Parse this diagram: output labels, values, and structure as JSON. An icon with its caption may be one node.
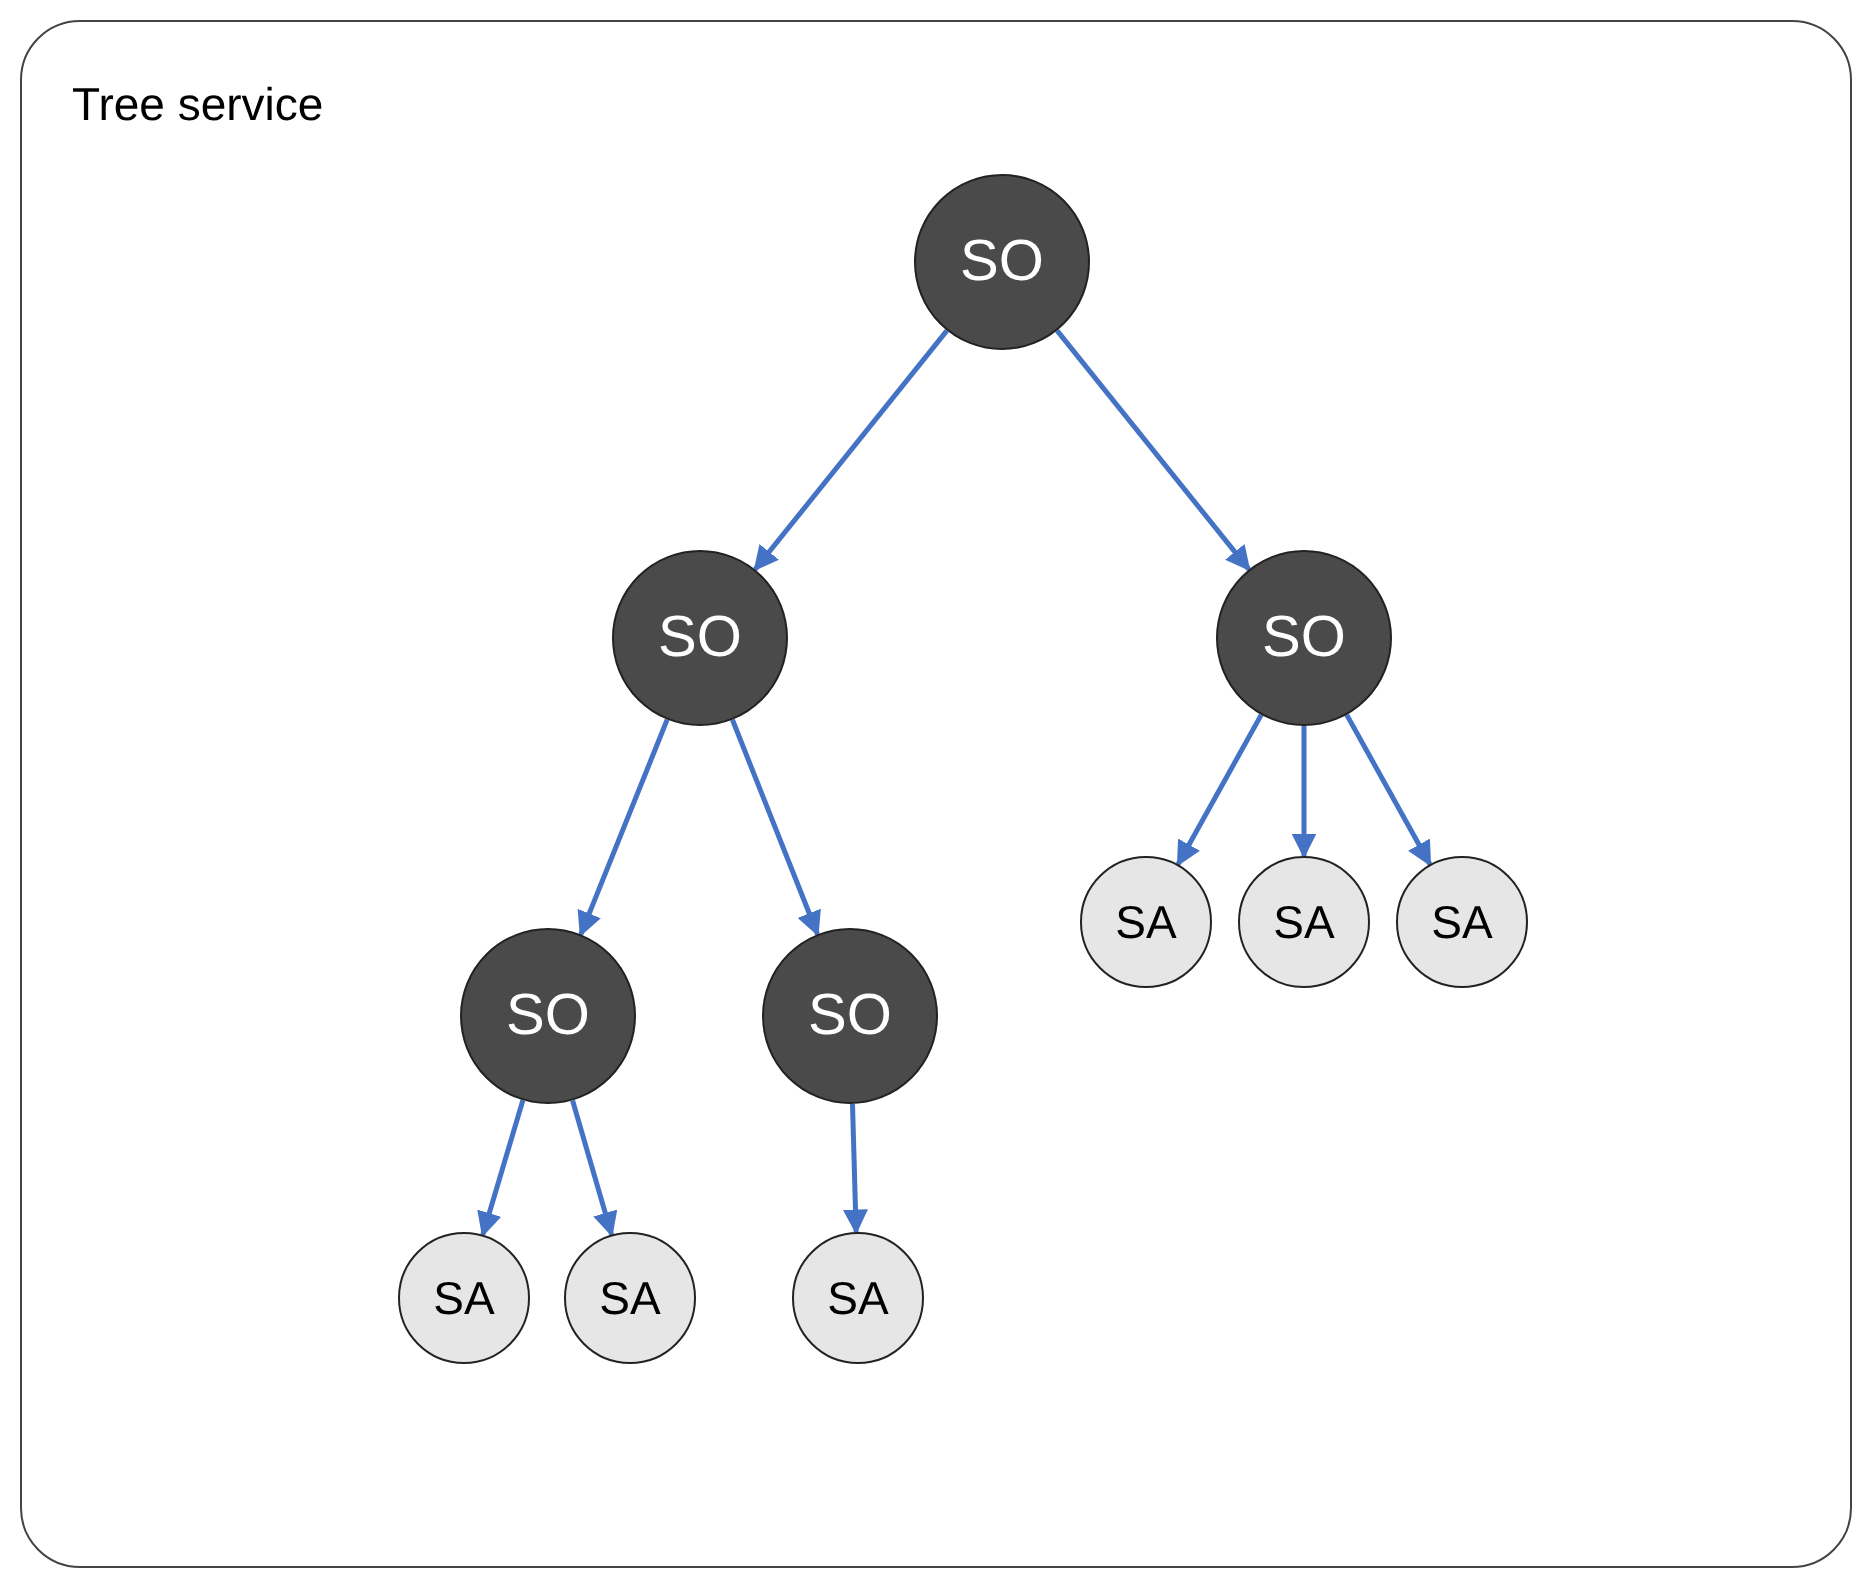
{
  "diagram": {
    "nodes": [
      {
        "text": [
          "Tree service"
        ]
      },
      {
        "text": [
          "SO"
        ],
        "in": 0
      },
      {
        "text": [
          "SO"
        ],
        "in": 0
      },
      {
        "text": [
          "SO"
        ],
        "in": 0
      },
      {
        "text": [
          "SA"
        ],
        "in": 0
      },
      {
        "text": [
          "SA"
        ],
        "in": 0
      },
      {
        "text": [
          "SA"
        ],
        "in": 0
      },
      {
        "text": [
          "SO"
        ],
        "in": 0
      },
      {
        "text": [
          "SO"
        ],
        "in": 0
      },
      {
        "text": [
          "SA"
        ],
        "in": 0
      },
      {
        "text": [
          "SA"
        ],
        "in": 0
      },
      {
        "text": [
          "SA"
        ],
        "in": 0
      }
    ],
    "edges": [
      {
        "from": 1,
        "to": 2,
        "arrow": "to"
      },
      {
        "from": 1,
        "to": 3,
        "arrow": "to"
      },
      {
        "from": 2,
        "to": 7,
        "arrow": "to"
      },
      {
        "from": 2,
        "to": 8,
        "arrow": "to"
      },
      {
        "from": 3,
        "to": 4,
        "arrow": "to"
      },
      {
        "from": 3,
        "to": 5,
        "arrow": "to"
      },
      {
        "from": 3,
        "to": 6,
        "arrow": "to"
      },
      {
        "from": 7,
        "to": 9,
        "arrow": "to"
      },
      {
        "from": 7,
        "to": 10,
        "arrow": "to"
      },
      {
        "from": 8,
        "to": 11,
        "arrow": "to"
      }
    ]
  }
}
